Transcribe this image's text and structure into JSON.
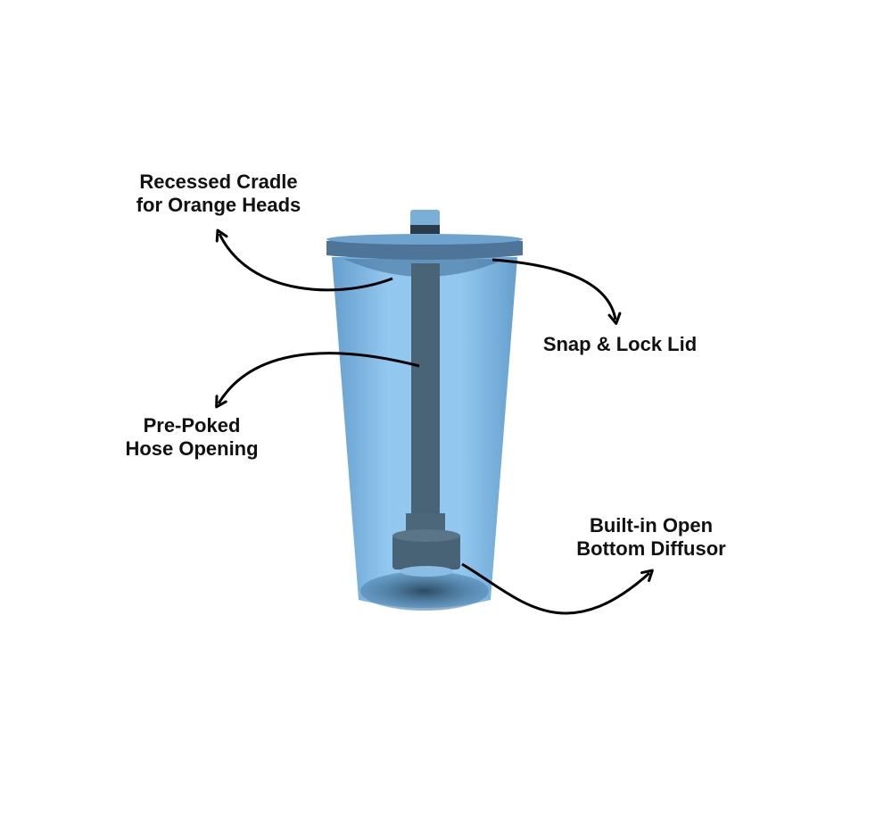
{
  "colors": {
    "cup": "#6fb0e3",
    "cup_dark": "#3f6f94",
    "stem": "#4a6477",
    "arrow": "#000000"
  },
  "callouts": {
    "cradle": {
      "line1": "Recessed Cradle",
      "line2": "for Orange Heads"
    },
    "lid": {
      "line1": "Snap & Lock Lid"
    },
    "hose": {
      "line1": "Pre-Poked",
      "line2": "Hose Opening"
    },
    "diffusor": {
      "line1": "Built-in Open",
      "line2": "Bottom Diffusor"
    }
  }
}
